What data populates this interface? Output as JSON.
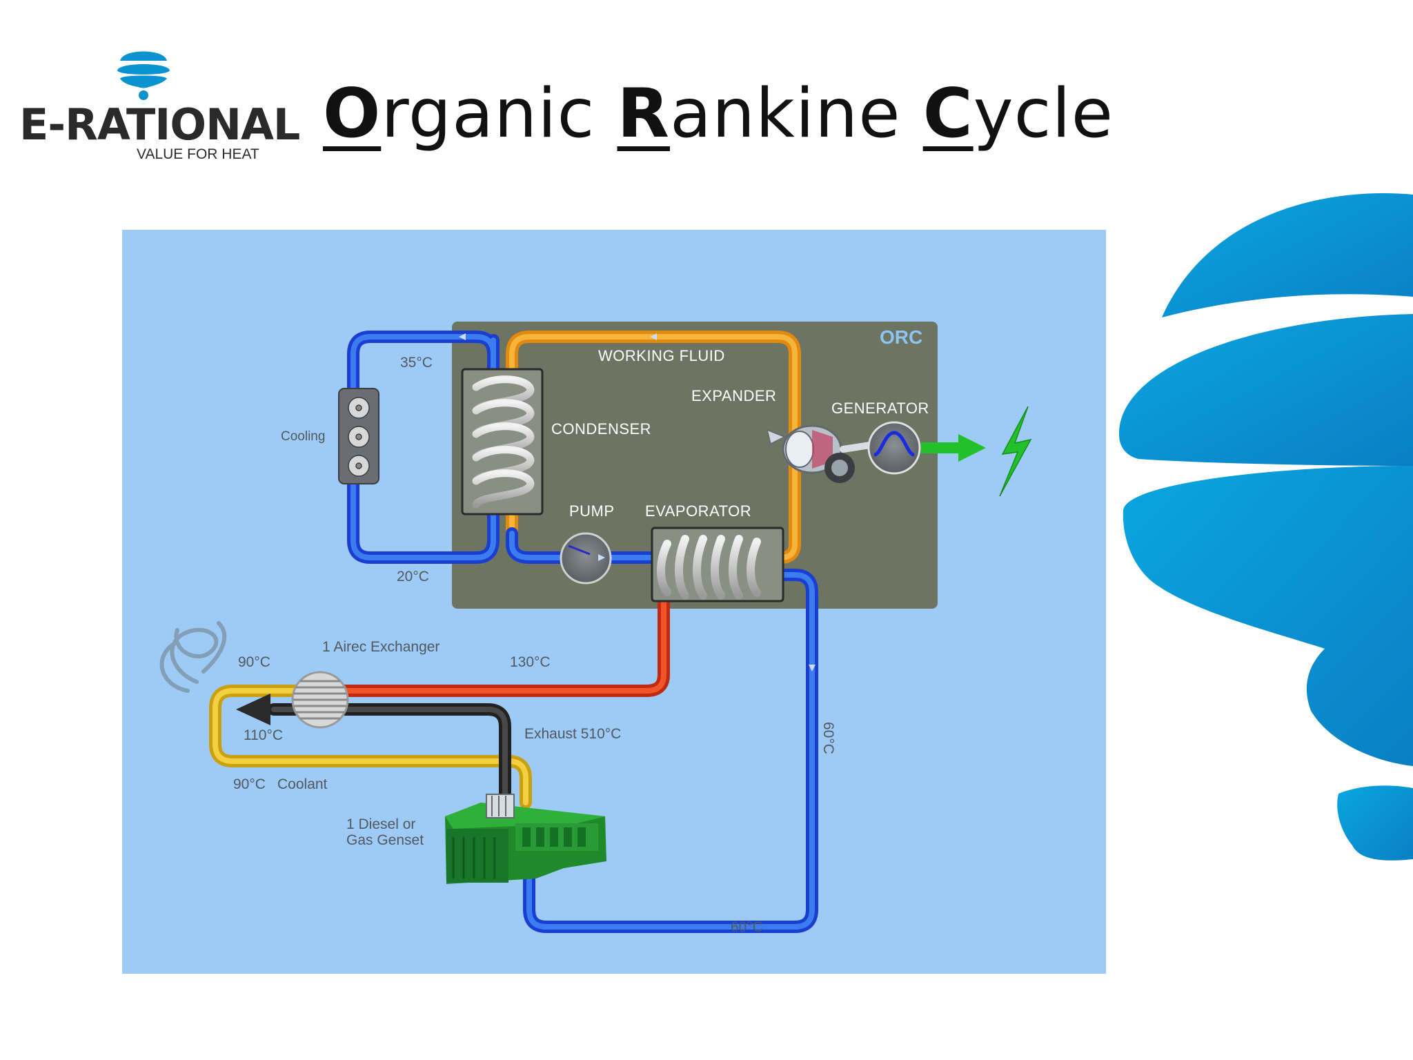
{
  "brand": {
    "name": "E-RATIONAL",
    "tagline": "VALUE FOR HEAT",
    "color": "#0a93cf"
  },
  "title": {
    "o_letter": "O",
    "o_rest": "rganic ",
    "r_letter": "R",
    "r_rest": "ankine ",
    "c_letter": "C",
    "c_rest": "ycle"
  },
  "diagram": {
    "orc_label": "ORC",
    "labels": {
      "working_fluid": "WORKING FLUID",
      "expander": "EXPANDER",
      "generator": "GENERATOR",
      "condenser": "CONDENSER",
      "pump": "PUMP",
      "evaporator": "EVAPORATOR",
      "cooling": "Cooling",
      "airec_exchanger": "1 Airec Exchanger",
      "exhaust": "Exhaust 510°C",
      "coolant": "Coolant",
      "genset": "1 Diesel or\nGas Genset"
    },
    "temperatures": {
      "cooling_hot": "35°C",
      "cooling_cold": "20°C",
      "exhaust_out": "90°C",
      "exhaust_mid": "130°C",
      "coolant_hot": "110°C",
      "coolant_return": "90°C",
      "loop_return_vertical": "60°C",
      "loop_return_bottom": "60°C"
    },
    "colors": {
      "background": "#9ecbf5",
      "orc_panel": "#6e7462",
      "cold_pipe": "#2f5fe0",
      "hot_pipe": "#f09a1a",
      "exhaust_hot": "#e2401e",
      "exhaust_pipe": "#3a3a3a",
      "coolant_pipe": "#f0c020",
      "power_arrow": "#22c02a"
    }
  }
}
